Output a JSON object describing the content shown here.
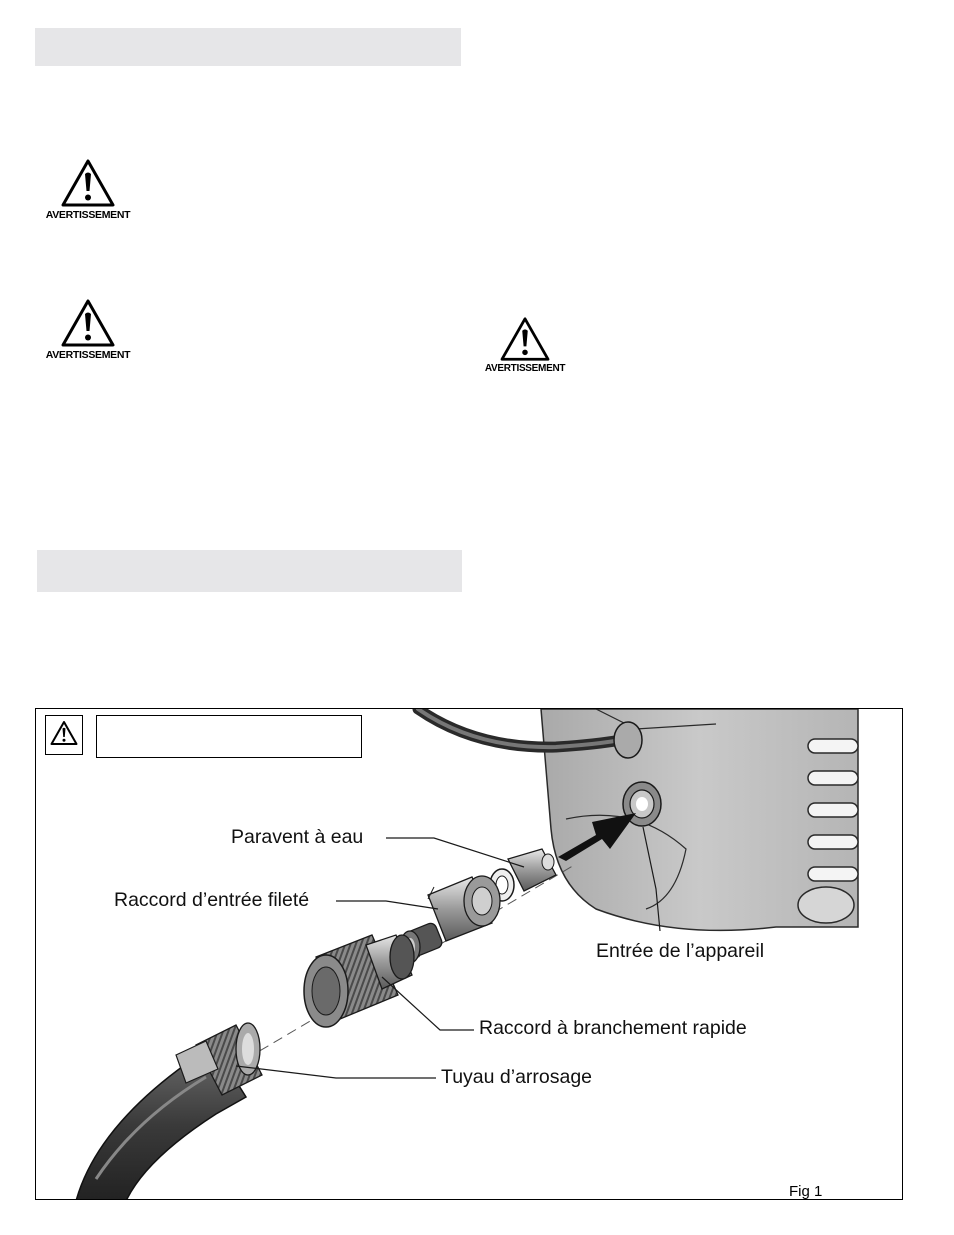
{
  "warnings": {
    "label": "AVERTISSEMENT"
  },
  "figure": {
    "callouts": {
      "paravent": "Paravent à eau",
      "raccord_filete": "Raccord d’entrée fileté",
      "entree": "Entrée de l’appareil",
      "raccord_rapide": "Raccord à branchement rapide",
      "tuyau": "Tuyau d’arrosage"
    },
    "number": "Fig 1"
  },
  "colors": {
    "section_bar": "#e6e6e8",
    "machine_gray": "#bdbdbd",
    "hose_dark": "#3c3c3c"
  }
}
